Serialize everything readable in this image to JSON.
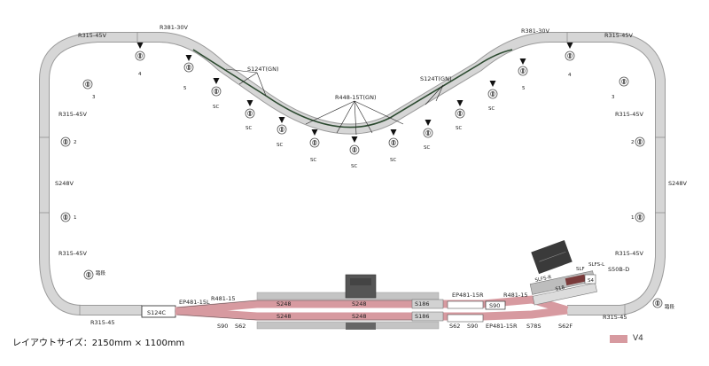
{
  "labels": {
    "r381_left": "R381-30V",
    "r381_right": "R381-30V",
    "r315_top_left": "R315-45V",
    "r315_top_right": "R315-45V",
    "r315_mid_left": "R315-45V",
    "r315_mid_right": "R315-45V",
    "r315_low_left": "R315-45V",
    "r315_low_right": "R315-45V",
    "r315_bottom_left": "R315-45",
    "r315_bottom_right": "R315-45",
    "s248v_left": "S248V",
    "s248v_right": "S248V",
    "s124t_left": "S124T(GN)",
    "s124t_right": "S124T(GN)",
    "r448": "R448-15T(GN)",
    "ep481_15l": "EP481-15L",
    "r481_15_left": "R481-15",
    "ep481_15r": "EP481-15R",
    "r481_15_right": "R481-15",
    "ep481_15r_bottom": "EP481-15R",
    "s124c": "S124C",
    "s248_top_1": "S248",
    "s248_top_2": "S248",
    "s248_bot_1": "S248",
    "s248_bot_2": "S248",
    "s186_top": "S186",
    "s186_bot": "S186",
    "s90_top": "S90",
    "s90_l": "S90",
    "s62_l": "S62",
    "s62_r": "S62",
    "s90_r": "S90",
    "s78s": "S78S",
    "s62f": "S62F",
    "slfs_r": "SLFS-R",
    "slf": "SLF",
    "slfs_l": "SLFS-L",
    "s508d": "S50B-D",
    "s4": "S4",
    "s18": "S18",
    "kiryu_left": "踏段",
    "kiryu_right": "踏段",
    "pier_sc": "SC",
    "pier_1": "1",
    "pier_2": "2",
    "pier_3": "3",
    "pier_4": "4",
    "pier_5": "5"
  },
  "footer": {
    "layout_size": "レイアウトサイズ：2150mm × 1100mm"
  },
  "legend": {
    "v4": "V4"
  },
  "colors": {
    "track": "#c8c8c8",
    "track_edge": "#9a9a9a",
    "rail_green": "#2c4a30",
    "station_pink": "#d79aa0",
    "platform": "#9c9c9c",
    "building": "#555555"
  },
  "icons": {
    "pier": "pier-icon",
    "arrow": "arrow-icon"
  }
}
